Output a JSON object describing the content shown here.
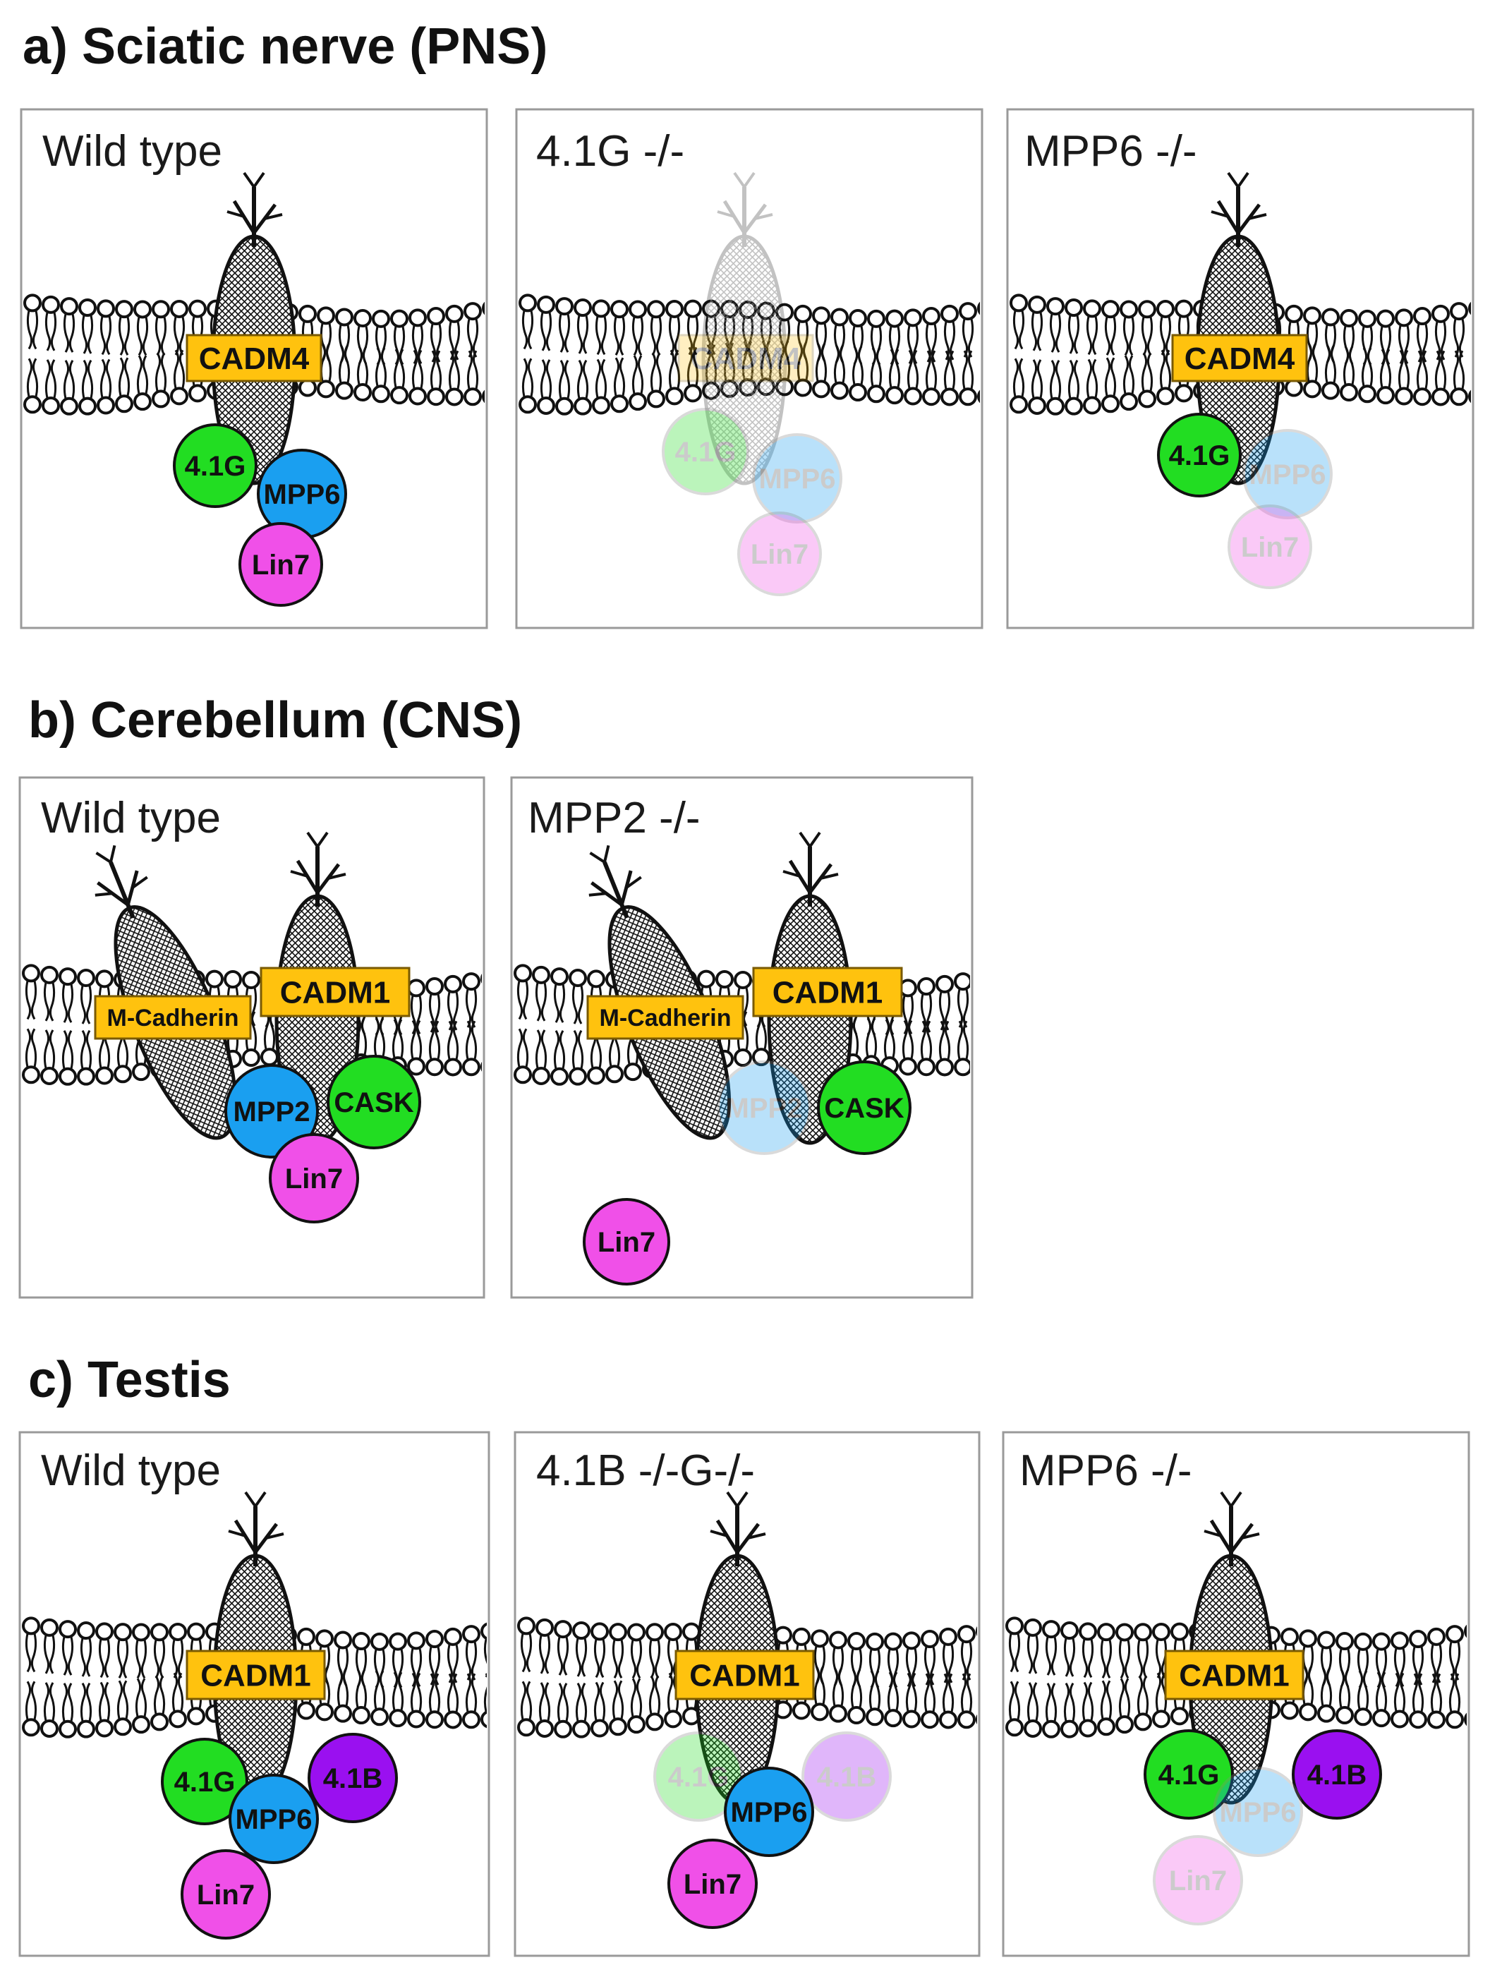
{
  "sections": [
    {
      "title": "a) Sciatic nerve (PNS)",
      "panels": [
        {
          "label": "Wild type",
          "proteins": [
            {
              "name": "CADM4",
              "kind": "rect",
              "faded": false
            },
            {
              "name": "4.1G",
              "color": "#22dd22",
              "faded": false
            },
            {
              "name": "MPP6",
              "color": "#1a9ff0",
              "faded": false
            },
            {
              "name": "Lin7",
              "color": "#f050e8",
              "faded": false
            }
          ]
        },
        {
          "label": "4.1G -/-",
          "proteins": [
            {
              "name": "CADM4",
              "kind": "rect",
              "faded": true
            },
            {
              "name": "4.1G",
              "color": "#22dd22",
              "faded": true
            },
            {
              "name": "MPP6",
              "color": "#1a9ff0",
              "faded": true
            },
            {
              "name": "Lin7",
              "color": "#f050e8",
              "faded": true
            }
          ]
        },
        {
          "label": "MPP6 -/-",
          "proteins": [
            {
              "name": "CADM4",
              "kind": "rect",
              "faded": false
            },
            {
              "name": "4.1G",
              "color": "#22dd22",
              "faded": false
            },
            {
              "name": "MPP6",
              "color": "#1a9ff0",
              "faded": true
            },
            {
              "name": "Lin7",
              "color": "#f050e8",
              "faded": true
            }
          ]
        }
      ]
    },
    {
      "title": "b) Cerebellum (CNS)",
      "panels": [
        {
          "label": "Wild type",
          "proteins": [
            {
              "name": "M-Cadherin",
              "kind": "rect",
              "faded": false
            },
            {
              "name": "CADM1",
              "kind": "rect",
              "faded": false
            },
            {
              "name": "MPP2",
              "color": "#1a9ff0",
              "faded": false
            },
            {
              "name": "CASK",
              "color": "#22dd22",
              "faded": false
            },
            {
              "name": "Lin7",
              "color": "#f050e8",
              "faded": false
            }
          ]
        },
        {
          "label": "MPP2 -/-",
          "proteins": [
            {
              "name": "M-Cadherin",
              "kind": "rect",
              "faded": false
            },
            {
              "name": "CADM1",
              "kind": "rect",
              "faded": false
            },
            {
              "name": "MPP2",
              "color": "#1a9ff0",
              "faded": true
            },
            {
              "name": "CASK",
              "color": "#22dd22",
              "faded": false
            },
            {
              "name": "Lin7",
              "color": "#f050e8",
              "faded": false
            }
          ]
        }
      ]
    },
    {
      "title": "c) Testis",
      "panels": [
        {
          "label": "Wild type",
          "proteins": [
            {
              "name": "CADM1",
              "kind": "rect",
              "faded": false
            },
            {
              "name": "4.1G",
              "color": "#22dd22",
              "faded": false
            },
            {
              "name": "4.1B",
              "color": "#9a10f0",
              "faded": false
            },
            {
              "name": "MPP6",
              "color": "#1a9ff0",
              "faded": false
            },
            {
              "name": "Lin7",
              "color": "#f050e8",
              "faded": false
            }
          ]
        },
        {
          "label": "4.1B -/-G-/-",
          "proteins": [
            {
              "name": "CADM1",
              "kind": "rect",
              "faded": false
            },
            {
              "name": "4.1G",
              "color": "#22dd22",
              "faded": true
            },
            {
              "name": "4.1B",
              "color": "#9a10f0",
              "faded": true
            },
            {
              "name": "MPP6",
              "color": "#1a9ff0",
              "faded": false
            },
            {
              "name": "Lin7",
              "color": "#f050e8",
              "faded": false
            }
          ]
        },
        {
          "label": "MPP6 -/-",
          "proteins": [
            {
              "name": "CADM1",
              "kind": "rect",
              "faded": false
            },
            {
              "name": "4.1G",
              "color": "#22dd22",
              "faded": false
            },
            {
              "name": "4.1B",
              "color": "#9a10f0",
              "faded": false
            },
            {
              "name": "MPP6",
              "color": "#1a9ff0",
              "faded": true
            },
            {
              "name": "Lin7",
              "color": "#f050e8",
              "faded": true
            }
          ]
        }
      ]
    }
  ],
  "colors": {
    "adhesion_box": "#ffc20e",
    "adhesion_box_border": "#7a5a00",
    "panel_border": "#9a9a9a",
    "membrane": "#111111"
  }
}
